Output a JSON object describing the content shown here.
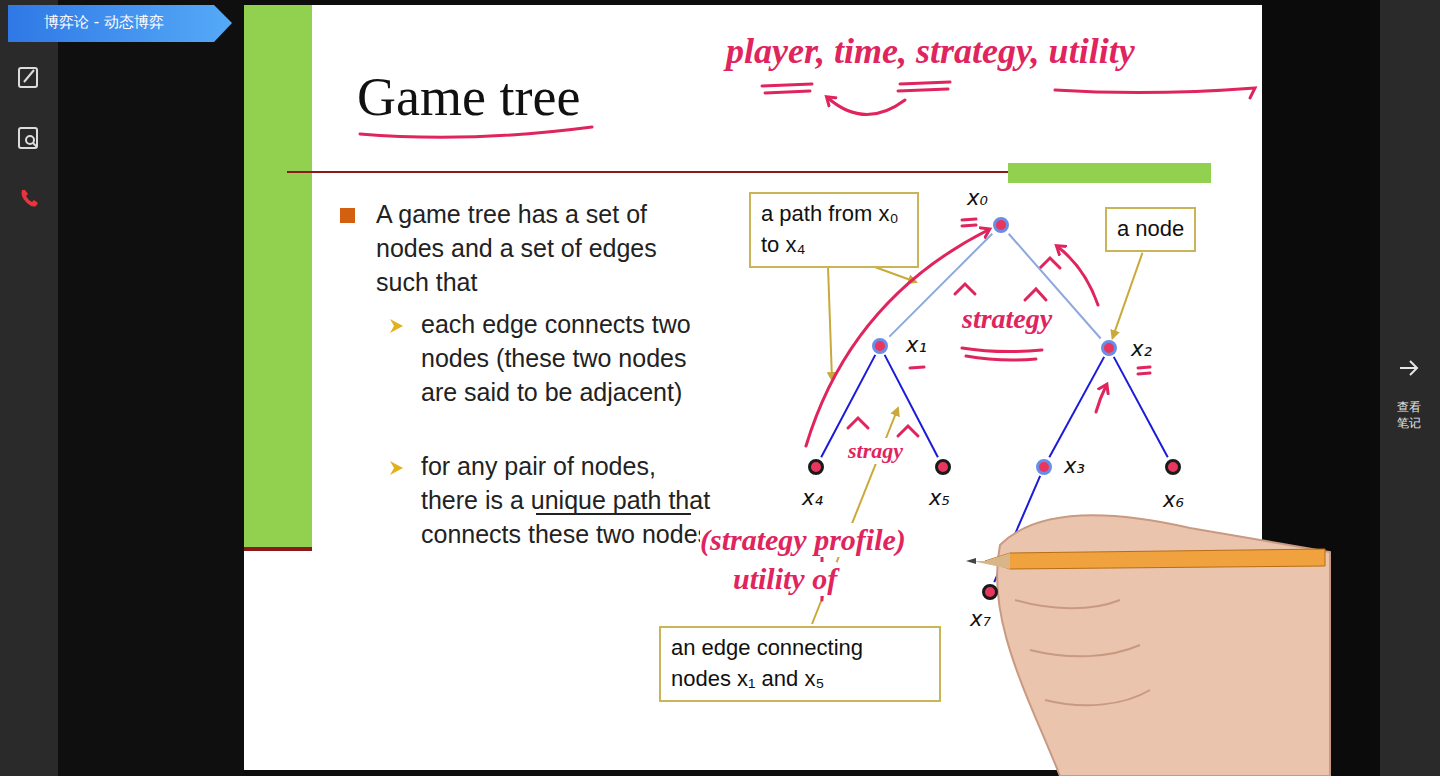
{
  "diagram": {
    "title": "Game tree",
    "nodes": [
      {
        "text": [
          "x₀"
        ]
      },
      {
        "text": [
          "x₁"
        ]
      },
      {
        "text": [
          "x₂"
        ]
      },
      {
        "text": [
          "x₄"
        ]
      },
      {
        "text": [
          "x₅"
        ]
      },
      {
        "text": [
          "x₃"
        ]
      },
      {
        "text": [
          "x₆"
        ]
      },
      {
        "text": [
          "x₇"
        ]
      },
      {
        "text": [
          "a path from x₀ to x₄"
        ]
      },
      {
        "text": [
          "a node"
        ]
      },
      {
        "text": [
          "an edge connecting nodes x₁ and x₅"
        ]
      }
    ],
    "edges": [
      {
        "from": 0,
        "to": 1,
        "arrow": "none"
      },
      {
        "from": 0,
        "to": 2,
        "arrow": "none"
      },
      {
        "from": 1,
        "to": 3,
        "arrow": "none"
      },
      {
        "from": 1,
        "to": 4,
        "arrow": "none"
      },
      {
        "from": 2,
        "to": 5,
        "arrow": "none"
      },
      {
        "from": 2,
        "to": 6,
        "arrow": "none"
      },
      {
        "from": 5,
        "to": 7,
        "arrow": "none"
      },
      {
        "from": 9,
        "to": 2,
        "arrow": "to"
      }
    ],
    "labels": [
      "博弈论 - 动态博弈",
      "查看笔记",
      "A game tree has a set of nodes and a set of edges such that",
      "each edge connects two nodes (these two nodes are said to be adjacent)",
      "for any pair of nodes, there is a unique path that connects these two nodes",
      "player, time, strategy, utility",
      "strategy",
      "stragy",
      "(strategy profile)",
      "utility of"
    ]
  }
}
